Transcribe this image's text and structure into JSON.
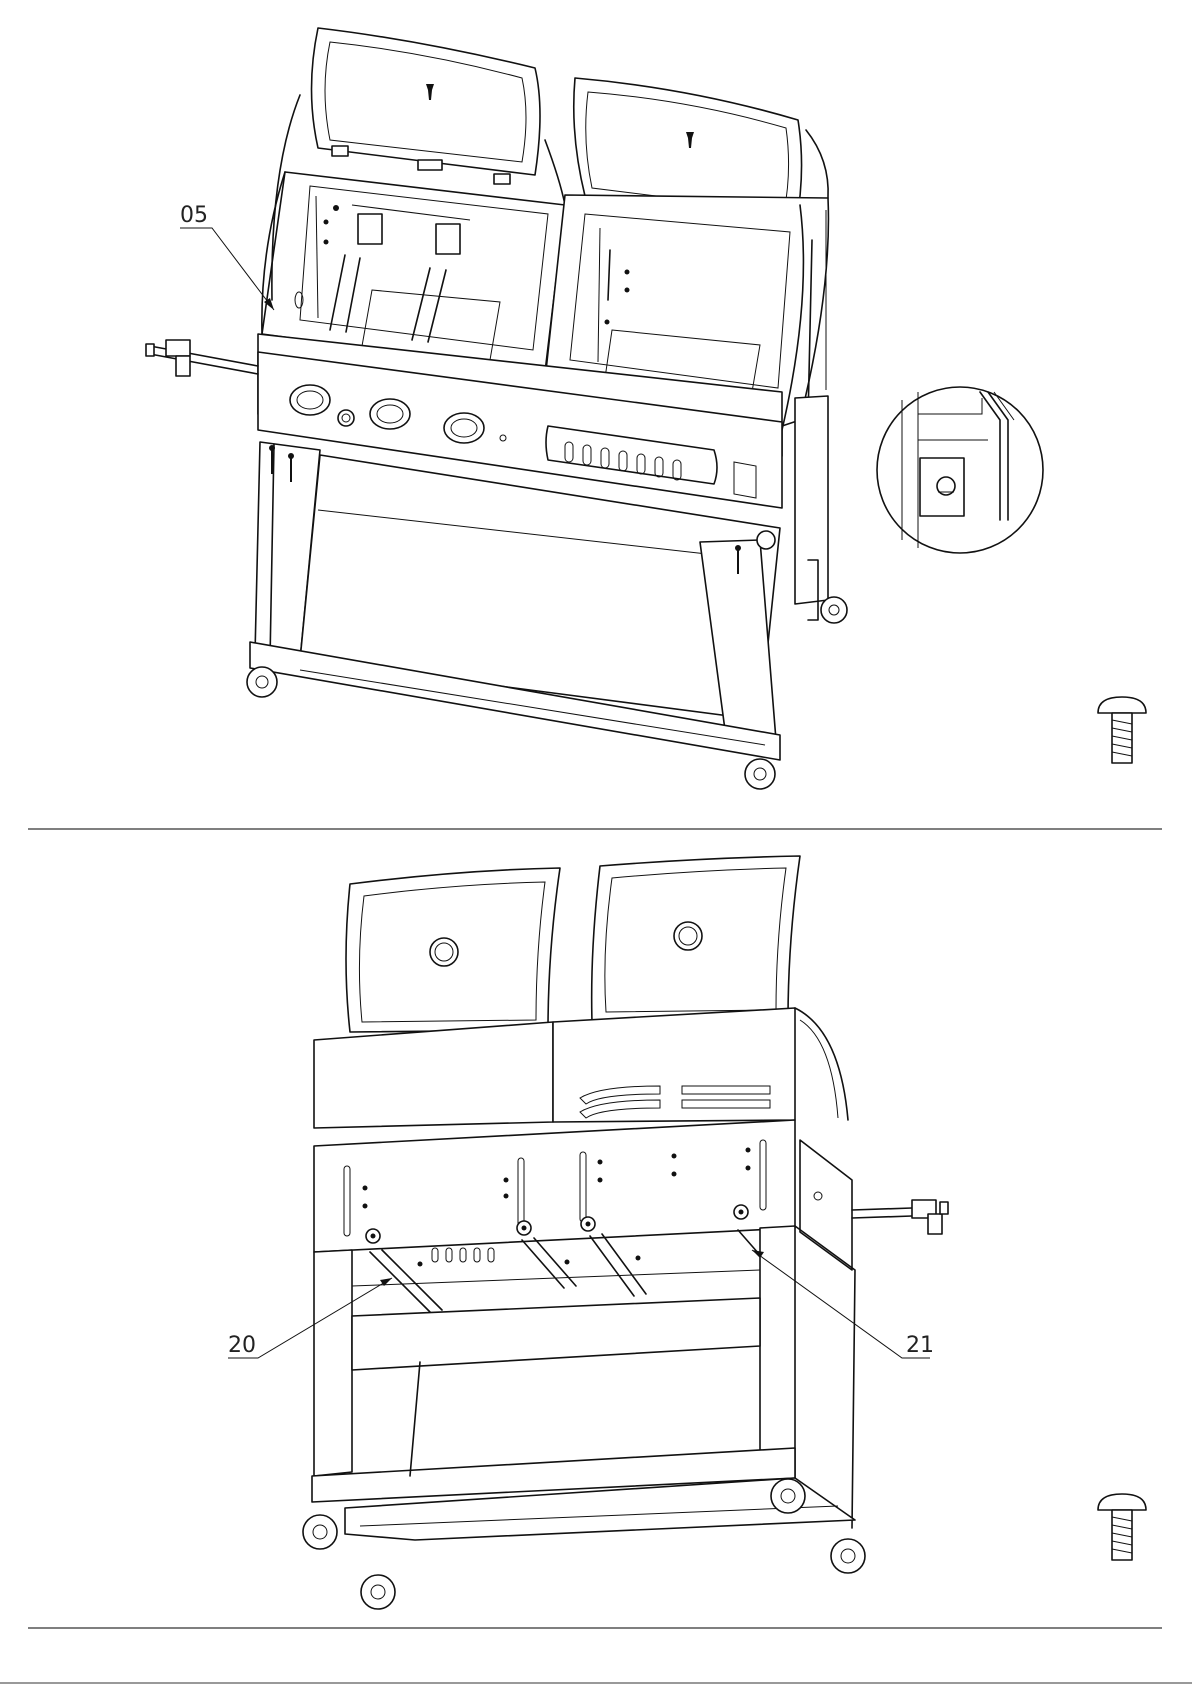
{
  "step_a": {
    "callout": "05",
    "part": "screw"
  },
  "step_b": {
    "callout_left": "20",
    "callout_right": "21",
    "part": "screw"
  },
  "colors": {
    "line": "#111111",
    "background": "#ffffff"
  }
}
